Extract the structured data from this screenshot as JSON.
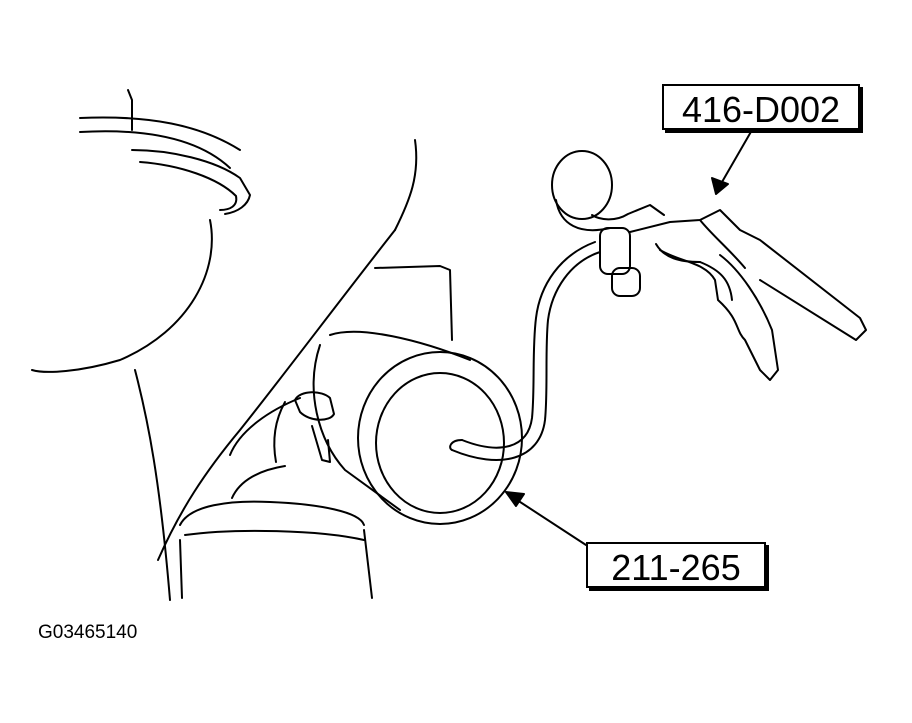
{
  "figure": {
    "figure_id": "G03465140",
    "callouts": [
      {
        "label": "416-D002",
        "target": "vacuum-pump-tool"
      },
      {
        "label": "211-265",
        "target": "vapor-canister"
      }
    ]
  },
  "colors": {
    "line": "#000000",
    "background": "#ffffff"
  }
}
